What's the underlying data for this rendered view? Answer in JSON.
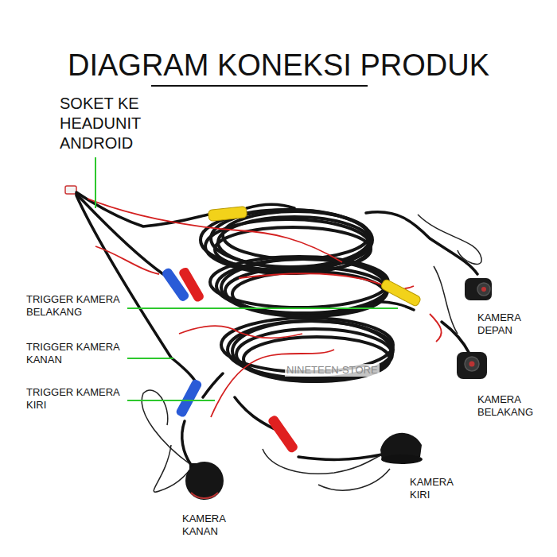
{
  "diagram": {
    "title": "DIAGRAM KONEKSI PRODUK",
    "labels": [
      "SOKET KE HEADUNIT ANDROID",
      "TRIGGER KAMERA BELAKANG",
      "TRIGGER KAMERA KANAN",
      "TRIGGER KAMERA KIRI",
      "KAMERA DEPAN",
      "KAMERA BELAKANG",
      "KAMERA KIRI",
      "KAMERA KANAN",
      "NINETEEN-STORE"
    ]
  }
}
